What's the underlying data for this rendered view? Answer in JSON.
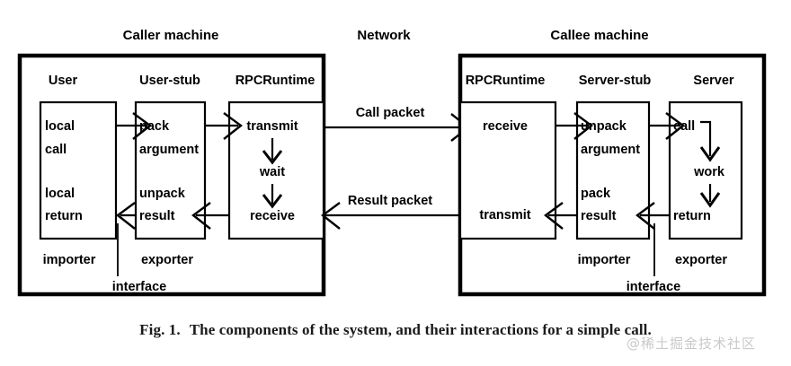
{
  "figure": {
    "caption_number": "Fig. 1.",
    "caption_text": "The components of the system, and their interactions for a simple call.",
    "watermark": "@稀土掘金技术社区"
  },
  "headers": {
    "caller_machine": "Caller machine",
    "network": "Network",
    "callee_machine": "Callee machine"
  },
  "caller": {
    "columns": {
      "user": "User",
      "user_stub": "User-stub",
      "rpcruntime": "RPCRuntime"
    },
    "user_box": {
      "line1": "local",
      "line2": "call",
      "line3": "local",
      "line4": "return"
    },
    "user_stub_box": {
      "line1": "pack",
      "line2": "argument",
      "line3": "unpack",
      "line4": "result"
    },
    "rpcruntime_box": {
      "line1": "transmit",
      "line2": "wait",
      "line3": "receive"
    },
    "roles": {
      "importer": "importer",
      "exporter": "exporter",
      "interface": "interface"
    }
  },
  "network": {
    "call_packet": "Call packet",
    "result_packet": "Result packet"
  },
  "callee": {
    "columns": {
      "rpcruntime": "RPCRuntime",
      "server_stub": "Server-stub",
      "server": "Server"
    },
    "rpcruntime_box": {
      "line1": "receive",
      "line2": "transmit"
    },
    "server_stub_box": {
      "line1": "unpack",
      "line2": "argument",
      "line3": "pack",
      "line4": "result"
    },
    "server_box": {
      "line1": "call",
      "line2": "work",
      "line3": "return"
    },
    "roles": {
      "importer": "importer",
      "exporter": "exporter",
      "interface": "interface"
    }
  },
  "colors": {
    "ink": "#000000",
    "paper": "#ffffff",
    "watermark": "#c9c9c9"
  }
}
